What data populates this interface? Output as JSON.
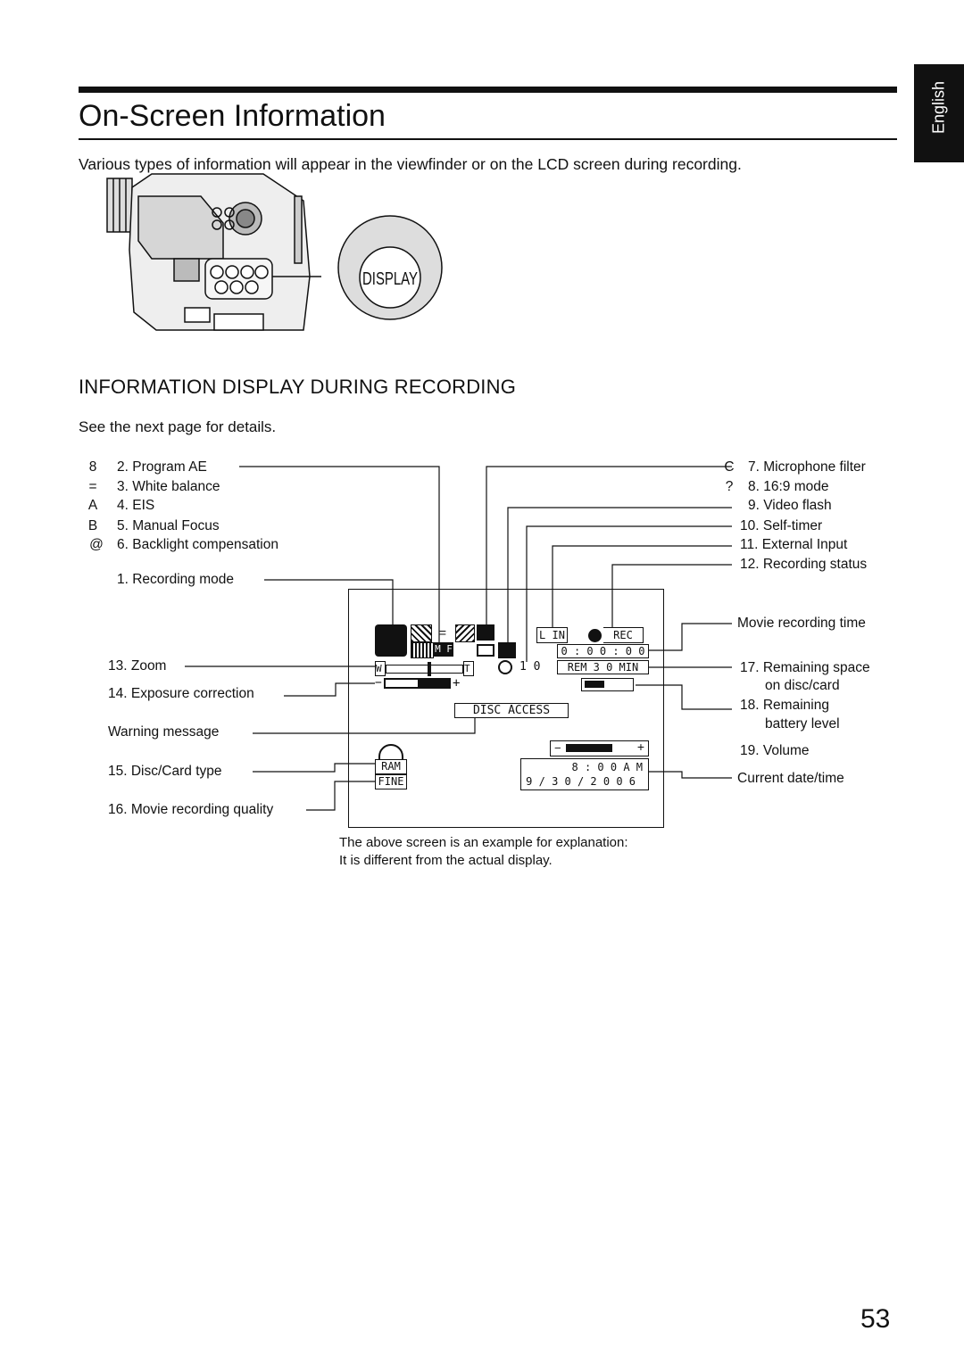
{
  "header": {
    "title": "On-Screen Information",
    "language_tab": "English"
  },
  "intro": "Various types of information will appear in the viewfinder or on the LCD screen during recording.",
  "display_button_label": "DISPLAY",
  "section": {
    "heading": "INFORMATION DISPLAY  DURING RECORDING",
    "note": "See the next page for details."
  },
  "left_items": [
    {
      "symbol": "8",
      "label": "2. Program AE"
    },
    {
      "symbol": "=",
      "label": "3. White balance"
    },
    {
      "symbol": "A",
      "label": "4. EIS"
    },
    {
      "symbol": "B",
      "label": "5. Manual Focus"
    },
    {
      "symbol": "@",
      "label": "6. Backlight compensation"
    }
  ],
  "left_callouts": {
    "recording_mode": "1. Recording mode",
    "zoom": "13. Zoom",
    "exposure": "14. Exposure correction",
    "warning": "Warning message",
    "disc_type": "15. Disc/Card type",
    "quality": "16. Movie recording quality"
  },
  "right_items": [
    {
      "symbol": "C",
      "label": "7. Microphone filter"
    },
    {
      "symbol": "?",
      "label": "8. 16:9 mode"
    },
    {
      "symbol": "",
      "label": "9. Video flash"
    },
    {
      "symbol": "",
      "label": "10. Self-timer"
    },
    {
      "symbol": "",
      "label": "11. External Input"
    },
    {
      "symbol": "",
      "label": "12. Recording status"
    }
  ],
  "right_callouts": {
    "movie_time": "Movie recording time",
    "remaining_space_1": "17. Remaining space",
    "remaining_space_2": "on disc/card",
    "battery_1": "18. Remaining",
    "battery_2": "battery level",
    "volume": "19. Volume",
    "datetime": "Current date/time"
  },
  "screen": {
    "mf": "M F",
    "line_in": "L IN",
    "rec": "REC",
    "counter": "0 : 0 0 : 0 0",
    "zoom_w": "W",
    "zoom_t": "T",
    "timer": "1 0",
    "remaining": "REM 3 0 MIN",
    "minus": "−",
    "plus": "+",
    "warning": "DISC  ACCESS",
    "disc": "RAM",
    "quality": "FINE",
    "time": "8 : 0 0 A  M",
    "date": "9 / 3 0 / 2 0 0 6"
  },
  "caption": [
    "The above screen is an example for explanation:",
    "It is different from the actual display."
  ],
  "page_number": "53"
}
